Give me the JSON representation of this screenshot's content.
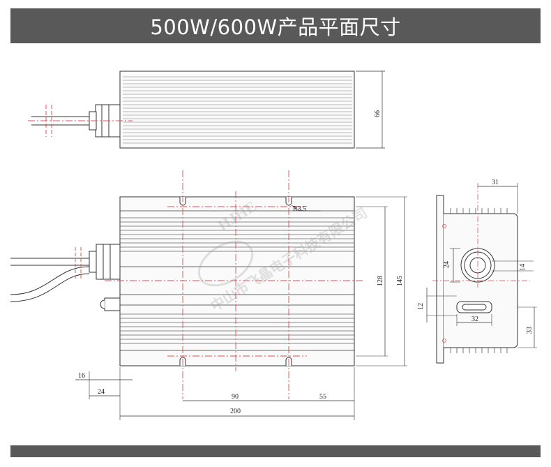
{
  "header": {
    "title": "500W/600W产品平面尺寸"
  },
  "dimensions": {
    "top_height": "66",
    "r": "R3.5",
    "inner_height": "128",
    "outer_height": "145",
    "cable_offset": "16",
    "cable_len": "24",
    "hole_spacing": "90",
    "edge_to_hole": "55",
    "length": "200",
    "side_width": "31",
    "gland_h": "24",
    "gland_small": "14",
    "slot_h": "12",
    "slot_w": "32",
    "side_low": "33"
  },
  "watermark": {
    "brand": "HJHE",
    "company": "中山市飞晶电子科技有限公司"
  },
  "colors": {
    "bar": "#595959",
    "line": "#333333",
    "center": "#e05050"
  }
}
